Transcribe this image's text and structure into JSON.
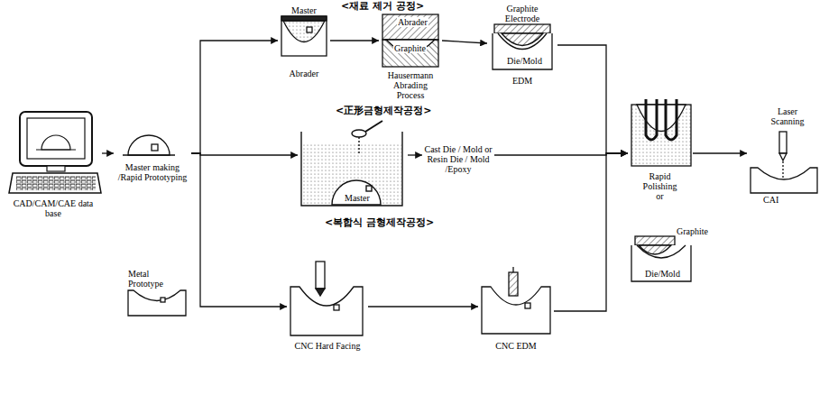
{
  "diagram": {
    "nodes": [
      {
        "text": [
          "CAD/CAM/CAE data base"
        ]
      },
      {
        "text": [
          "Master making /Rapid Prototyping"
        ]
      },
      {
        "text": [
          "Master",
          "Abrader"
        ]
      },
      {
        "text": [
          "Abrader",
          "Graphite",
          "Hausermann Abrading Process"
        ]
      },
      {
        "text": [
          "Graphite Electrode",
          "Die/Mold",
          "EDM"
        ]
      },
      {
        "text": [
          "Master"
        ]
      },
      {
        "text": [
          "Cast Die / Mold or Resin Die / Mold /Epoxy"
        ]
      },
      {
        "text": [
          "Metal Prototype"
        ]
      },
      {
        "text": [
          "CNC Hard Facing"
        ]
      },
      {
        "text": [
          "CNC EDM"
        ]
      },
      {
        "text": [
          "Rapid Polishing or"
        ]
      },
      {
        "text": [
          "Graphite",
          "Die/Mold"
        ]
      },
      {
        "text": [
          "Laser Scanning",
          "CAI"
        ]
      }
    ],
    "edges": [
      {
        "from": 0,
        "to": 1,
        "arrow": "to"
      },
      {
        "from": 1,
        "to": 2,
        "arrow": "to"
      },
      {
        "from": 1,
        "to": 5,
        "arrow": "to"
      },
      {
        "from": 1,
        "to": 8,
        "arrow": "to"
      },
      {
        "from": 2,
        "to": 3,
        "arrow": "to"
      },
      {
        "from": 3,
        "to": 4,
        "arrow": "to"
      },
      {
        "from": 4,
        "to": 10,
        "arrow": "to"
      },
      {
        "from": 5,
        "to": 6,
        "arrow": "to"
      },
      {
        "from": 6,
        "to": 10,
        "arrow": "to"
      },
      {
        "from": 8,
        "to": 9,
        "arrow": "to"
      },
      {
        "from": 9,
        "to": 10,
        "arrow": "to"
      },
      {
        "from": 10,
        "to": 12,
        "arrow": "to"
      }
    ],
    "labels": [
      "<재료 제거 공정>",
      "<正形금형제작공정>",
      "<복합식 금형제작공정>"
    ]
  }
}
